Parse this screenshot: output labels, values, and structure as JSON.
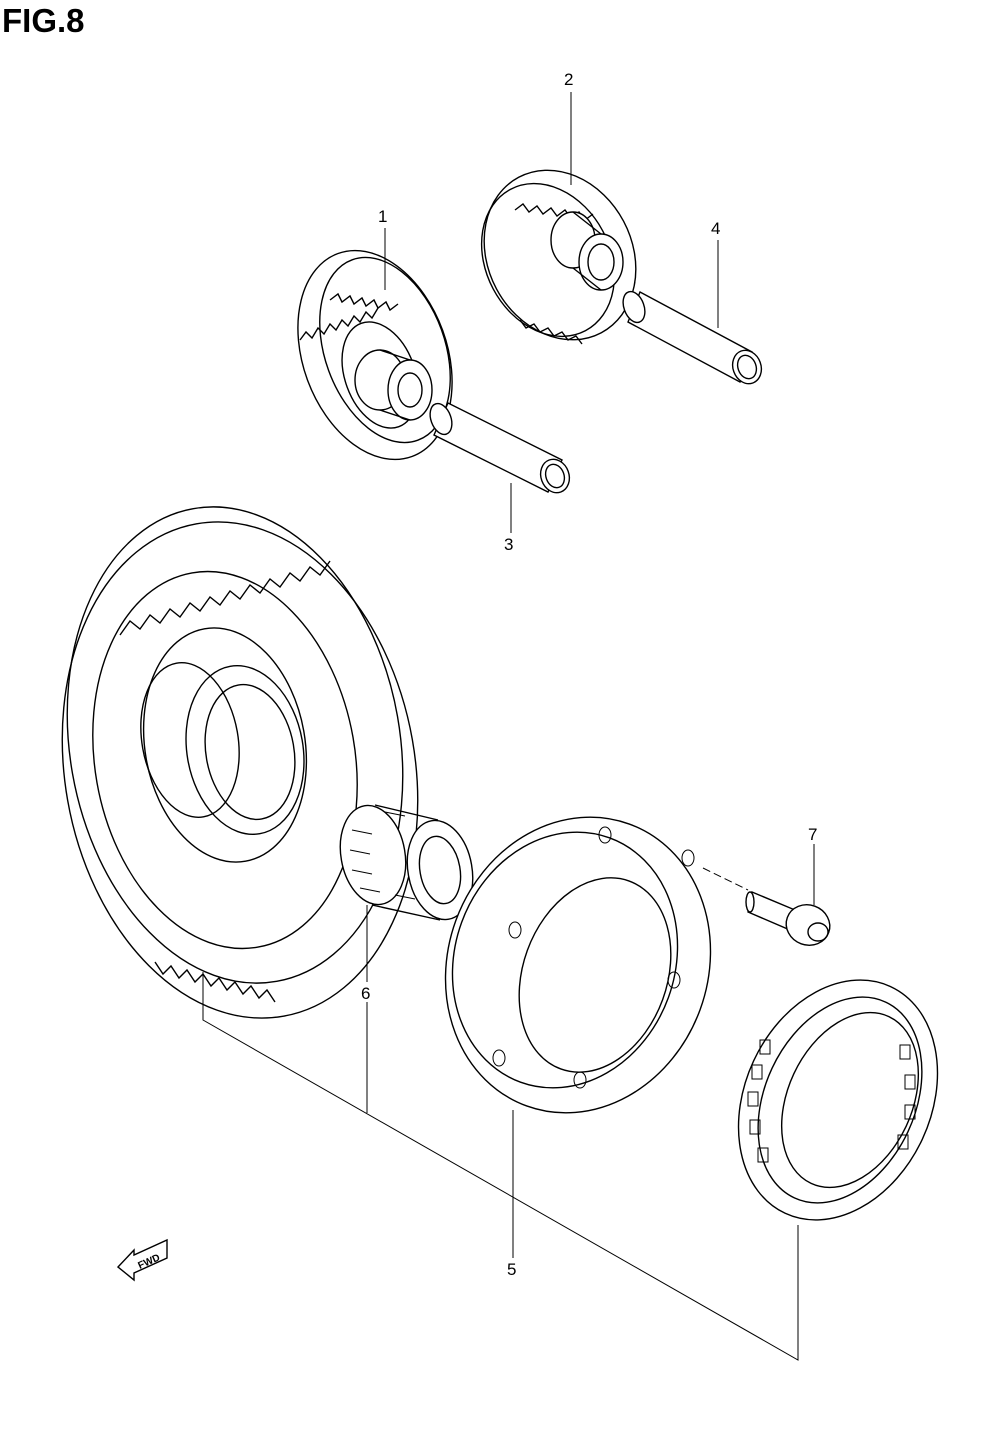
{
  "figure": {
    "title": "FIG.8"
  },
  "callouts": [
    {
      "id": "1",
      "label": "1"
    },
    {
      "id": "2",
      "label": "2"
    },
    {
      "id": "3",
      "label": "3"
    },
    {
      "id": "4",
      "label": "4"
    },
    {
      "id": "5",
      "label": "5"
    },
    {
      "id": "6",
      "label": "6"
    },
    {
      "id": "7",
      "label": "7"
    }
  ],
  "direction_indicator": {
    "label": "FWD"
  },
  "colors": {
    "line": "#000000",
    "background": "#ffffff"
  }
}
